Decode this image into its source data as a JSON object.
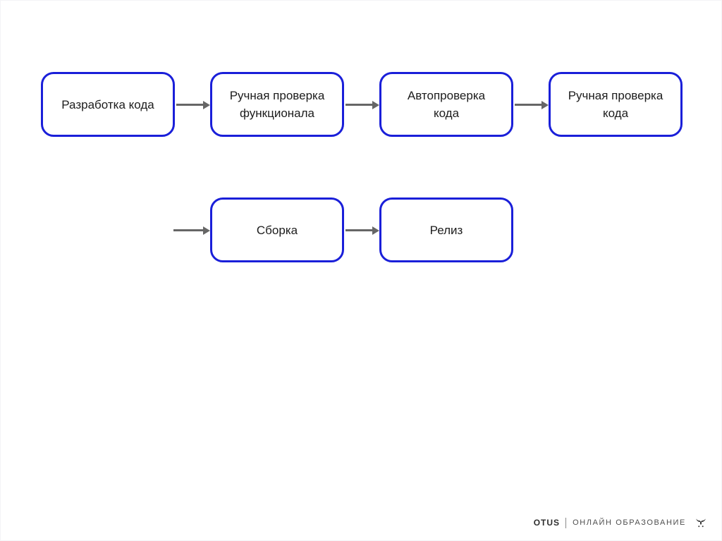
{
  "page": {
    "background": "#ffffff"
  },
  "diagram": {
    "style": {
      "box_border_color": "#1a1fd9",
      "box_fill": "#ffffff",
      "text_color": "#1c1c1c",
      "arrow_color": "#666666"
    },
    "nodes": [
      {
        "id": "code-development",
        "label": "Разработка кода"
      },
      {
        "id": "manual-func-check",
        "label": "Ручная проверка\nфункционала"
      },
      {
        "id": "auto-code-check",
        "label": "Автопроверка\nкода"
      },
      {
        "id": "manual-code-check",
        "label": "Ручная проверка\nкода"
      },
      {
        "id": "build",
        "label": "Сборка"
      },
      {
        "id": "release",
        "label": "Релиз"
      }
    ],
    "arrows": [
      {
        "from": "code-development",
        "to": "manual-func-check"
      },
      {
        "from": "manual-func-check",
        "to": "auto-code-check"
      },
      {
        "from": "auto-code-check",
        "to": "manual-code-check"
      },
      {
        "from": "offscreen-left",
        "to": "build"
      },
      {
        "from": "build",
        "to": "release"
      }
    ]
  },
  "footer": {
    "brand": "OTUS",
    "tagline": "ОНЛАЙН ОБРАЗОВАНИЕ",
    "logo_icon": "otus-owl-icon"
  }
}
